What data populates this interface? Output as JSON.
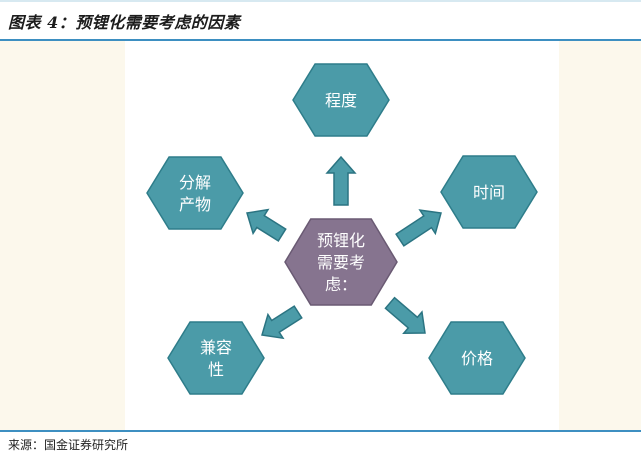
{
  "header": {
    "title": "图表 4：预锂化需要考虑的因素"
  },
  "diagram": {
    "center": {
      "lines": [
        "预锂化",
        "需要考",
        "虑："
      ]
    },
    "factors": [
      {
        "id": "degree",
        "lines": [
          "程度"
        ]
      },
      {
        "id": "time",
        "lines": [
          "时间"
        ]
      },
      {
        "id": "price",
        "lines": [
          "价格"
        ]
      },
      {
        "id": "compat",
        "lines": [
          "兼容",
          "性"
        ]
      },
      {
        "id": "decomp",
        "lines": [
          "分解",
          "产物"
        ]
      }
    ],
    "colors": {
      "factor_fill": "#4b9ba8",
      "factor_stroke": "#2e7d8a",
      "center_fill": "#86748f",
      "center_stroke": "#6a5a73",
      "arrow_fill": "#4b9ba8",
      "arrow_stroke": "#2b7482"
    }
  },
  "footer": {
    "source": "来源：国金证券研究所"
  }
}
